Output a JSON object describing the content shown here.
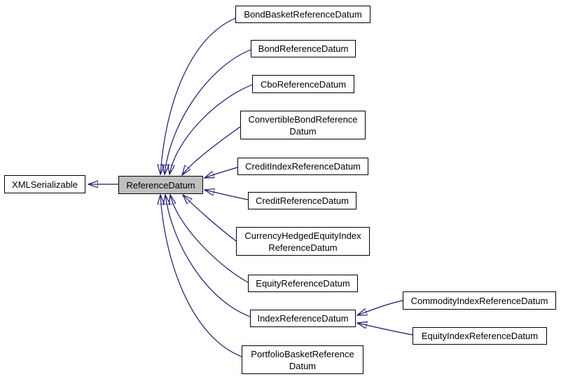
{
  "diagram": {
    "type": "class-inheritance-graph",
    "colors": {
      "edge": "#191970",
      "node_border": "#000000",
      "node_background": "#ffffff",
      "highlight_background": "#bfbfbf"
    },
    "nodes": [
      {
        "id": "XMLSerializable",
        "label": "XMLSerializable",
        "highlighted": false
      },
      {
        "id": "ReferenceDatum",
        "label": "ReferenceDatum",
        "highlighted": true
      },
      {
        "id": "BondBasketReferenceDatum",
        "label": "BondBasketReferenceDatum",
        "highlighted": false
      },
      {
        "id": "BondReferenceDatum",
        "label": "BondReferenceDatum",
        "highlighted": false
      },
      {
        "id": "CboReferenceDatum",
        "label": "CboReferenceDatum",
        "highlighted": false
      },
      {
        "id": "ConvertibleBondReferenceDatum",
        "label": "ConvertibleBondReference\nDatum",
        "highlighted": false
      },
      {
        "id": "CreditIndexReferenceDatum",
        "label": "CreditIndexReferenceDatum",
        "highlighted": false
      },
      {
        "id": "CreditReferenceDatum",
        "label": "CreditReferenceDatum",
        "highlighted": false
      },
      {
        "id": "CurrencyHedgedEquityIndexReferenceDatum",
        "label": "CurrencyHedgedEquityIndex\nReferenceDatum",
        "highlighted": false
      },
      {
        "id": "EquityReferenceDatum",
        "label": "EquityReferenceDatum",
        "highlighted": false
      },
      {
        "id": "IndexReferenceDatum",
        "label": "IndexReferenceDatum",
        "highlighted": false
      },
      {
        "id": "PortfolioBasketReferenceDatum",
        "label": "PortfolioBasketReference\nDatum",
        "highlighted": false
      },
      {
        "id": "CommodityIndexReferenceDatum",
        "label": "CommodityIndexReferenceDatum",
        "highlighted": false
      },
      {
        "id": "EquityIndexReferenceDatum",
        "label": "EquityIndexReferenceDatum",
        "highlighted": false
      }
    ],
    "edges": [
      {
        "from": "ReferenceDatum",
        "to": "XMLSerializable"
      },
      {
        "from": "BondBasketReferenceDatum",
        "to": "ReferenceDatum"
      },
      {
        "from": "BondReferenceDatum",
        "to": "ReferenceDatum"
      },
      {
        "from": "CboReferenceDatum",
        "to": "ReferenceDatum"
      },
      {
        "from": "ConvertibleBondReferenceDatum",
        "to": "ReferenceDatum"
      },
      {
        "from": "CreditIndexReferenceDatum",
        "to": "ReferenceDatum"
      },
      {
        "from": "CreditReferenceDatum",
        "to": "ReferenceDatum"
      },
      {
        "from": "CurrencyHedgedEquityIndexReferenceDatum",
        "to": "ReferenceDatum"
      },
      {
        "from": "EquityReferenceDatum",
        "to": "ReferenceDatum"
      },
      {
        "from": "IndexReferenceDatum",
        "to": "ReferenceDatum"
      },
      {
        "from": "PortfolioBasketReferenceDatum",
        "to": "ReferenceDatum"
      },
      {
        "from": "CommodityIndexReferenceDatum",
        "to": "IndexReferenceDatum"
      },
      {
        "from": "EquityIndexReferenceDatum",
        "to": "IndexReferenceDatum"
      }
    ]
  }
}
